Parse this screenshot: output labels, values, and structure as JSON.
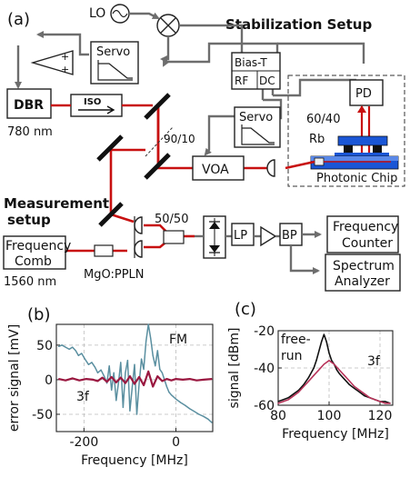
{
  "panels": {
    "a": "(a)",
    "b": "(b)",
    "c": "(c)"
  },
  "stab_title": "Stabilization Setup",
  "meas_title": [
    "Measurement",
    "setup"
  ],
  "lo": "LO",
  "servo": "Servo",
  "bias_t": [
    "Bias-T",
    "RF",
    "DC"
  ],
  "dbr": "DBR",
  "dbr_wl": "780 nm",
  "iso": "ISO",
  "pd": "PD",
  "split_6040": "60/40",
  "split_9010": "90/10",
  "split_5050": "50/50",
  "rb": "Rb",
  "photonic_chip": "Photonic Chip",
  "voa": "VOA",
  "lp": "LP",
  "bp": "BP",
  "freq_counter": [
    "Frequency",
    "Counter"
  ],
  "spectrum_analyzer": [
    "Spectrum",
    "Analyzer"
  ],
  "freq_comb": [
    "Frequency",
    "Comb"
  ],
  "comb_wl": "1560 nm",
  "mgo": "MgO:PPLN",
  "colors": {
    "red": "#c81010",
    "gray": "#6d6d6d",
    "blue": "#1a56d6",
    "teal": "#5a8fa0",
    "maroon": "#9a1840"
  },
  "icons": [
    "oscillator-icon",
    "mixer-icon",
    "amplifier-icon",
    "isolator-arrow-icon",
    "photodiode-icon",
    "triangle-amplifier-icon"
  ],
  "chart_data": [
    {
      "type": "line",
      "panel": "(b)",
      "xlabel": "Frequency [MHz]",
      "ylabel": "error signal [mV]",
      "xlim": [
        -260,
        80
      ],
      "ylim": [
        -75,
        80
      ],
      "xticks": [
        -200,
        0
      ],
      "yticks": [
        50,
        0,
        -50
      ],
      "grid": true,
      "series": [
        {
          "name": "FM",
          "color": "#5a8fa0",
          "x": [
            -255,
            -248,
            -240,
            -232,
            -225,
            -218,
            -212,
            -205,
            -198,
            -190,
            -183,
            -176,
            -170,
            -163,
            -156,
            -150,
            -145,
            -140,
            -135,
            -130,
            -125,
            -120,
            -115,
            -110,
            -105,
            -100,
            -95,
            -90,
            -85,
            -80,
            -75,
            -70,
            -65,
            -60,
            -55,
            -50,
            -45,
            -40,
            -35,
            -30,
            -25,
            -20,
            -15,
            -10,
            -5,
            0,
            10,
            20,
            30,
            40,
            50,
            60,
            70,
            78
          ],
          "values": [
            48,
            50,
            47,
            44,
            47,
            42,
            35,
            38,
            30,
            22,
            25,
            18,
            10,
            14,
            5,
            -5,
            20,
            -15,
            10,
            -30,
            -5,
            25,
            -40,
            10,
            28,
            -45,
            -10,
            22,
            -50,
            -5,
            30,
            15,
            55,
            80,
            60,
            35,
            20,
            42,
            15,
            10,
            0,
            -10,
            -18,
            -22,
            -25,
            -28,
            -33,
            -37,
            -42,
            -46,
            -50,
            -53,
            -57,
            -62
          ]
        },
        {
          "name": "3f",
          "color": "#9a1840",
          "x": [
            -255,
            -240,
            -225,
            -210,
            -195,
            -180,
            -170,
            -160,
            -150,
            -140,
            -130,
            -120,
            -110,
            -100,
            -90,
            -80,
            -70,
            -60,
            -50,
            -40,
            -30,
            -20,
            -10,
            0,
            15,
            30,
            45,
            60,
            78
          ],
          "values": [
            1,
            -1,
            2,
            -1,
            1,
            0,
            -2,
            3,
            -3,
            4,
            -4,
            3,
            -5,
            5,
            -6,
            4,
            -8,
            12,
            -10,
            5,
            -2,
            1,
            -1,
            1,
            0,
            1,
            -1,
            0,
            1
          ]
        }
      ]
    },
    {
      "type": "line",
      "panel": "(c)",
      "xlabel": "Frequency [MHz]",
      "ylabel": "signal [dBm]",
      "xlim": [
        80,
        125
      ],
      "ylim": [
        -60,
        -20
      ],
      "xticks": [
        80,
        100,
        120
      ],
      "yticks": [
        -20,
        -40,
        -60
      ],
      "grid": true,
      "series": [
        {
          "name": "free-run",
          "color": "#111111",
          "x": [
            80,
            82,
            84,
            86,
            88,
            90,
            92,
            94,
            95,
            96,
            97,
            98,
            99,
            100,
            101,
            102,
            103,
            104,
            106,
            108,
            110,
            112,
            114,
            116,
            118,
            120,
            122,
            124
          ],
          "values": [
            -58,
            -57,
            -56,
            -54,
            -52,
            -49,
            -45,
            -40,
            -36,
            -31,
            -26,
            -22,
            -26,
            -32,
            -36,
            -38,
            -41,
            -43,
            -46,
            -49,
            -51,
            -53,
            -55,
            -56,
            -57,
            -58,
            -58,
            -59
          ]
        },
        {
          "name": "3f",
          "color": "#b8345a",
          "x": [
            80,
            82,
            84,
            86,
            88,
            90,
            92,
            94,
            96,
            98,
            100,
            102,
            104,
            106,
            108,
            110,
            112,
            114,
            116,
            118,
            120,
            122,
            124
          ],
          "values": [
            -59,
            -58,
            -57,
            -55,
            -53,
            -50,
            -47,
            -44,
            -41,
            -38,
            -36,
            -38,
            -41,
            -44,
            -47,
            -50,
            -52,
            -54,
            -56,
            -57,
            -58,
            -59,
            -59
          ]
        }
      ]
    }
  ]
}
